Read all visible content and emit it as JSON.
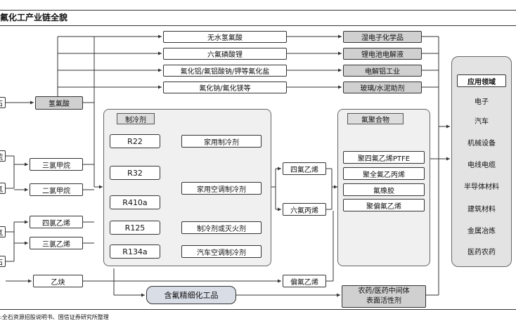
{
  "title": "氟化工产业链全貌",
  "source": ":全石资源招股说明书、国信证券研究所整理",
  "left_inputs": [
    "石",
    "烷",
    "氯",
    "氯",
    "石"
  ],
  "center_node": "氢氟酸",
  "top_products": [
    "无水氢氟酸",
    "六氟磷酸锂",
    "氟化铝/氟铝酸钠/钾等氟化盐",
    "氟化钠/氟化镁等"
  ],
  "top_uses": [
    "湿电子化学品",
    "锂电池电解液",
    "电解铝工业",
    "玻璃/水泥助剂"
  ],
  "mid_inputs": [
    "三氯甲烷",
    "二氯甲烷",
    "四氯乙烯",
    "三氯乙烯",
    "乙炔"
  ],
  "refrigerant": {
    "label": "制冷剂",
    "items": [
      "R22",
      "R32",
      "R410a",
      "R125",
      "R134a"
    ],
    "uses": [
      "家用制冷剂",
      "家用空调制冷剂",
      "制冷剂或灭火剂",
      "汽车空调制冷剂"
    ]
  },
  "monomers": [
    "四氟乙烯",
    "六氟丙烯",
    "偏氟乙烯"
  ],
  "polymer": {
    "label": "氟聚合物",
    "items": [
      "聚四氟乙烯PTFE",
      "聚全氟乙丙烯",
      "氟橡胶",
      "聚偏氟乙烯"
    ]
  },
  "fine_chem": "含氟精细化工品",
  "fine_use": [
    "农药/医药中间体",
    "表面活性剂"
  ],
  "applications": {
    "label": "应用领域",
    "items": [
      "电子",
      "汽车",
      "机械设备",
      "电线电缆",
      "半导体材料",
      "建筑材料",
      "金属冶炼",
      "医药农药"
    ]
  }
}
